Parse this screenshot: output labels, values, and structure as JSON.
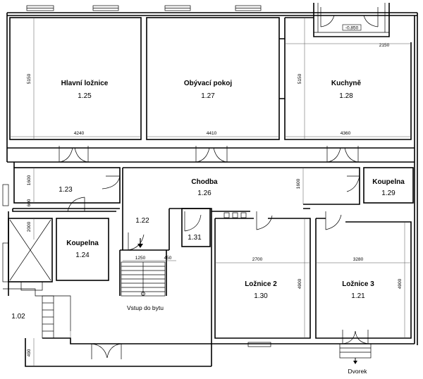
{
  "rooms": [
    {
      "id": "hlavni-loznice",
      "name": "Hlavní ložnice",
      "number": "1.25"
    },
    {
      "id": "obyvaci-pokoj",
      "name": "Obývací pokoj",
      "number": "1.27"
    },
    {
      "id": "kuchyne",
      "name": "Kuchyně",
      "number": "1.28"
    },
    {
      "id": "chodba",
      "name": "Chodba",
      "number": "1.26"
    },
    {
      "id": "koupelna-129",
      "name": "Koupelna",
      "number": "1.29"
    },
    {
      "id": "koupelna-124",
      "name": "Koupelna",
      "number": "1.24"
    },
    {
      "id": "loznice-2",
      "name": "Ložnice 2",
      "number": "1.30"
    },
    {
      "id": "loznice-3",
      "name": "Ložnice 3",
      "number": "1.21"
    }
  ],
  "room_numbers": {
    "r123": "1.23",
    "r122": "1.22",
    "r131": "1.31",
    "r102": "1.02"
  },
  "dimensions": {
    "d5150_left": "5150",
    "d5150_right": "5150",
    "d4240": "4240",
    "d4410": "4410",
    "d4360": "4360",
    "d2150": "2150",
    "d1600_left": "1600",
    "d1600_mid": "1600",
    "d600": "600",
    "d2000": "2000",
    "d1250": "1250",
    "d450": "450",
    "d2700": "2700",
    "d3280": "3280",
    "d4900_a": "4900",
    "d4900_b": "4900",
    "d490": "490"
  },
  "labels": {
    "entrance": "Vstup do bytu",
    "yard": "Dvorek",
    "balcony_level": "-0,850"
  }
}
